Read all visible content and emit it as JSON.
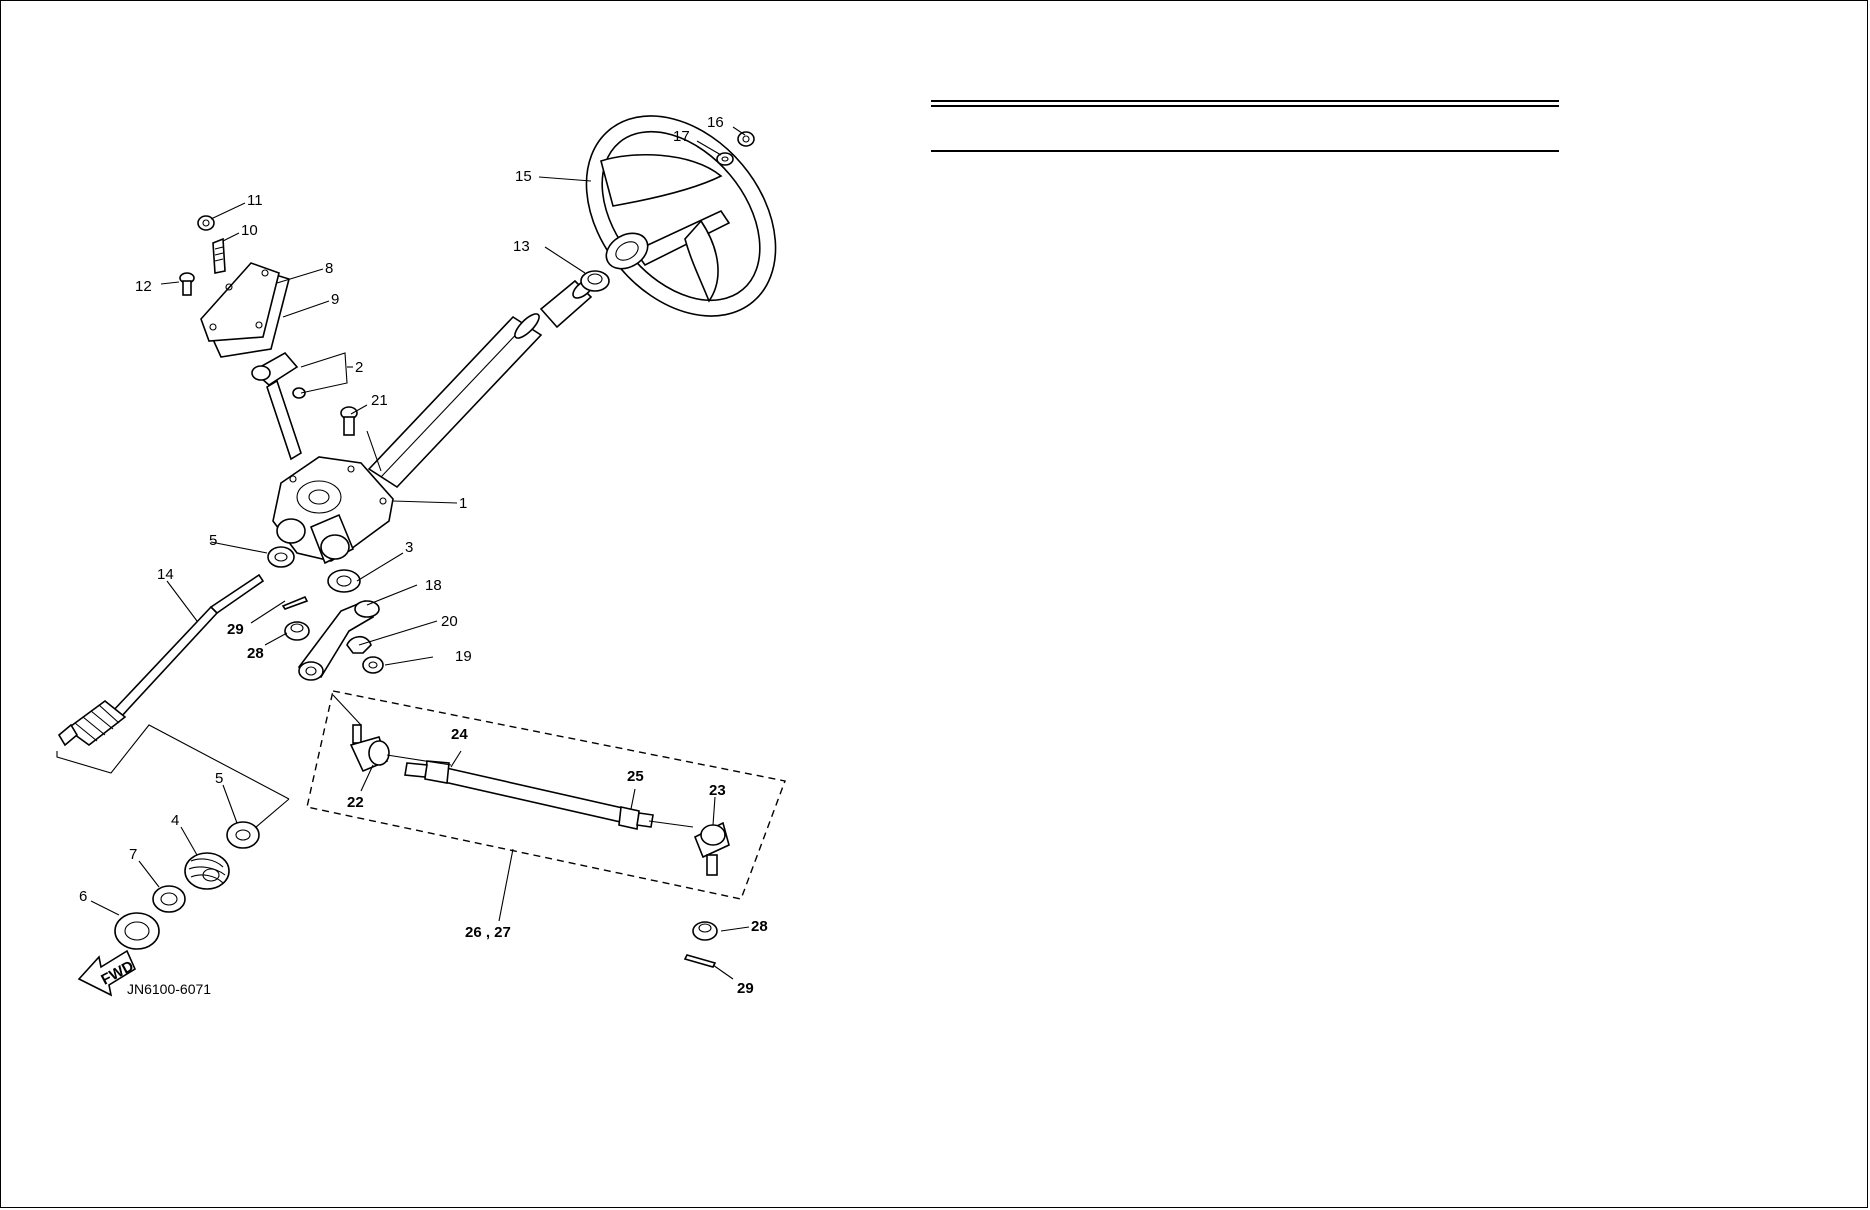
{
  "diagram": {
    "code": "JN6100-6071",
    "fwd": "FWD",
    "callouts": [
      {
        "id": "c1",
        "text": "1"
      },
      {
        "id": "c2",
        "text": "2"
      },
      {
        "id": "c3",
        "text": "3"
      },
      {
        "id": "c4",
        "text": "4"
      },
      {
        "id": "c5a",
        "text": "5"
      },
      {
        "id": "c5b",
        "text": "5"
      },
      {
        "id": "c6",
        "text": "6"
      },
      {
        "id": "c7",
        "text": "7"
      },
      {
        "id": "c8",
        "text": "8"
      },
      {
        "id": "c9",
        "text": "9"
      },
      {
        "id": "c10",
        "text": "10"
      },
      {
        "id": "c11",
        "text": "11"
      },
      {
        "id": "c12",
        "text": "12"
      },
      {
        "id": "c13",
        "text": "13"
      },
      {
        "id": "c14",
        "text": "14"
      },
      {
        "id": "c15",
        "text": "15"
      },
      {
        "id": "c16",
        "text": "16"
      },
      {
        "id": "c17",
        "text": "17"
      },
      {
        "id": "c18",
        "text": "18"
      },
      {
        "id": "c19",
        "text": "19"
      },
      {
        "id": "c20",
        "text": "20"
      },
      {
        "id": "c21",
        "text": "21"
      },
      {
        "id": "c22",
        "text": "22"
      },
      {
        "id": "c23",
        "text": "23"
      },
      {
        "id": "c24",
        "text": "24"
      },
      {
        "id": "c25",
        "text": "25"
      },
      {
        "id": "c2627",
        "text": "26 , 27"
      },
      {
        "id": "c28a",
        "text": "28"
      },
      {
        "id": "c28b",
        "text": "28"
      },
      {
        "id": "c29a",
        "text": "29"
      },
      {
        "id": "c29b",
        "text": "29"
      }
    ]
  }
}
